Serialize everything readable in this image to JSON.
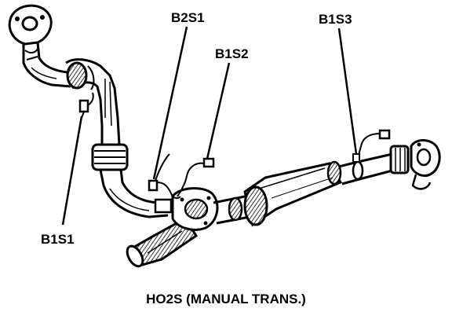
{
  "labels": {
    "b2s1": "B2S1",
    "b1s2": "B1S2",
    "b1s3": "B1S3",
    "b1s1": "B1S1"
  },
  "caption": "HO2S (MANUAL TRANS.)",
  "colors": {
    "ink": "#000000",
    "paper": "#ffffff",
    "shade": "#9a9a9a"
  }
}
